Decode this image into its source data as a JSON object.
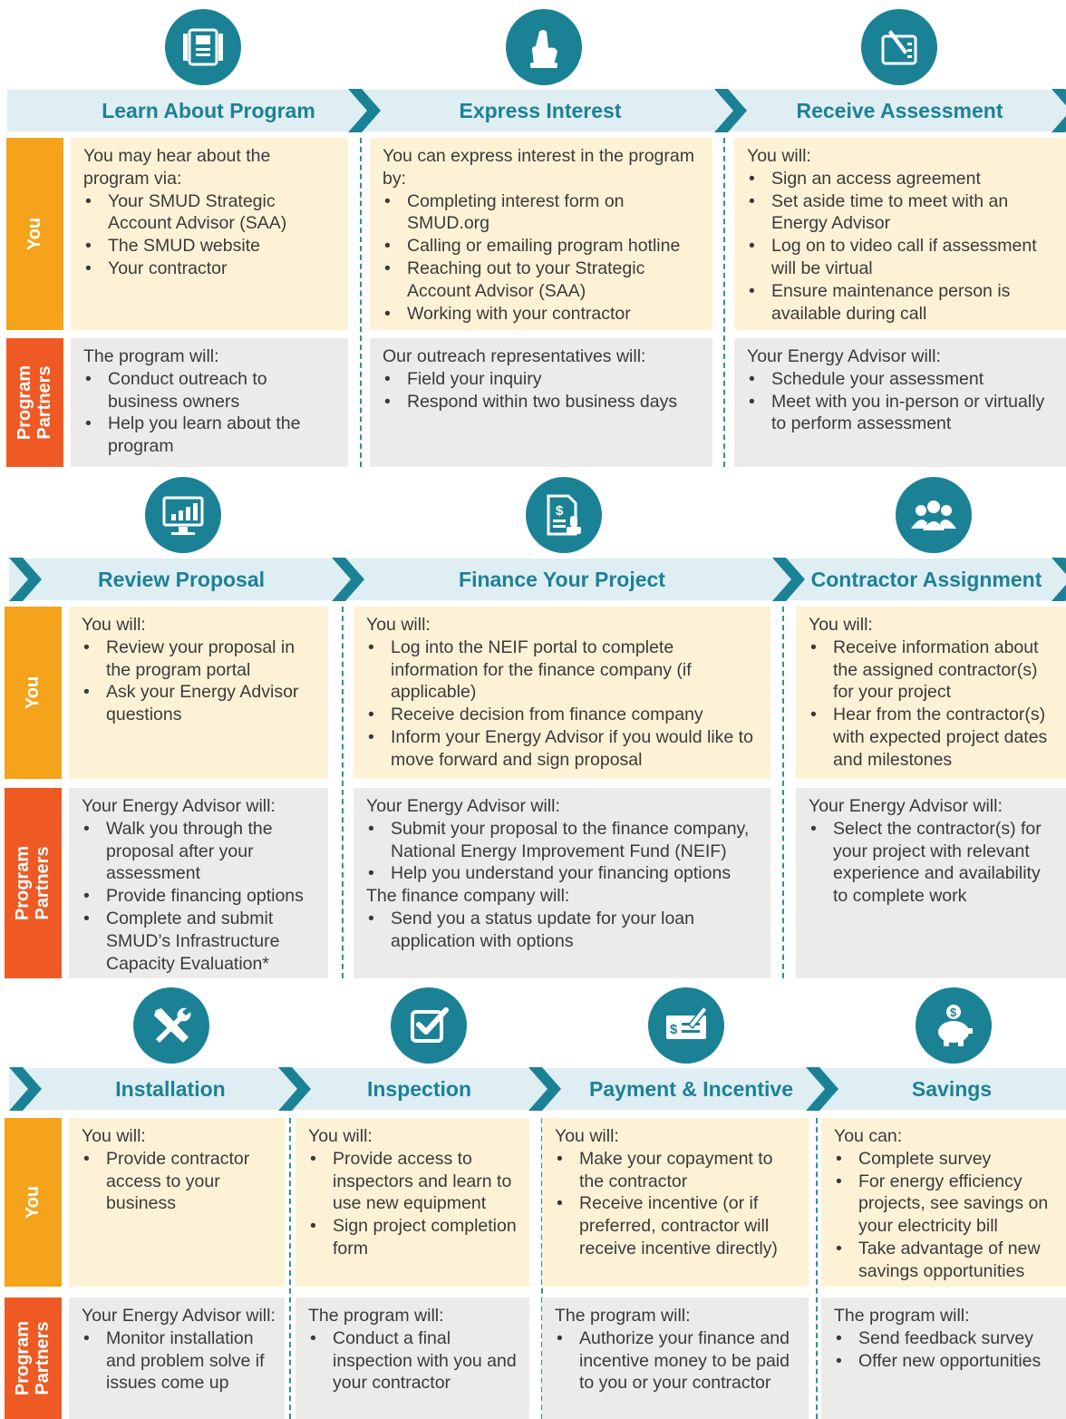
{
  "labels": {
    "you": "You",
    "program_partners": "Program Partners"
  },
  "rows": [
    {
      "steps": [
        {
          "title": "Learn About Program",
          "icon": "brochure-icon",
          "you": {
            "blocks": [
              {
                "intro": "You may hear about the program via:",
                "items": [
                  "Your SMUD Strategic Account Advisor (SAA)",
                  "The SMUD website",
                  "Your contractor"
                ]
              }
            ]
          },
          "partners": {
            "blocks": [
              {
                "intro": "The program will:",
                "items": [
                  "Conduct outreach to business owners",
                  "Help you learn about the program"
                ]
              }
            ]
          }
        },
        {
          "title": "Express Interest",
          "icon": "raised-hand-icon",
          "you": {
            "blocks": [
              {
                "intro": "You can express interest in the program by:",
                "items": [
                  "Completing interest form on SMUD.org",
                  "Calling or emailing program hotline",
                  "Reaching out to your Strategic Account Advisor (SAA)",
                  "Working with your contractor"
                ]
              }
            ]
          },
          "partners": {
            "blocks": [
              {
                "intro": "Our outreach representatives will:",
                "items": [
                  "Field your inquiry",
                  "Respond within two business days"
                ]
              }
            ]
          }
        },
        {
          "title": "Receive Assessment",
          "icon": "tablet-pen-icon",
          "you": {
            "blocks": [
              {
                "intro": "You will:",
                "items": [
                  "Sign an access agreement",
                  "Set aside time to meet with an Energy Advisor",
                  "Log on to video call if assessment will be virtual",
                  "Ensure maintenance person is available during call"
                ]
              }
            ]
          },
          "partners": {
            "blocks": [
              {
                "intro": "Your Energy Advisor will:",
                "items": [
                  "Schedule your assessment",
                  "Meet with you in-person or virtually to perform assessment"
                ]
              }
            ]
          }
        }
      ]
    },
    {
      "steps": [
        {
          "title": "Review Proposal",
          "icon": "monitor-chart-icon",
          "you": {
            "blocks": [
              {
                "intro": "You will:",
                "items": [
                  "Review your proposal in the program portal",
                  "Ask your Energy Advisor questions"
                ]
              }
            ]
          },
          "partners": {
            "blocks": [
              {
                "intro": "Your Energy Advisor will:",
                "items": [
                  "Walk you through the proposal after your assessment",
                  "Provide financing options",
                  "Complete and submit SMUD’s Infrastructure Capacity Evaluation*"
                ]
              }
            ]
          }
        },
        {
          "title": "Finance Your Project",
          "icon": "finance-document-icon",
          "you": {
            "blocks": [
              {
                "intro": "You will:",
                "items": [
                  "Log into the NEIF portal to complete information for the finance company (if applicable)",
                  "Receive decision from finance company",
                  "Inform your Energy Advisor if you would like to move forward and sign proposal"
                ]
              }
            ]
          },
          "partners": {
            "blocks": [
              {
                "intro": "Your Energy Advisor will:",
                "items": [
                  "Submit your proposal to the finance company, National Energy Improvement Fund (NEIF)",
                  "Help you understand your financing options"
                ]
              },
              {
                "intro": "The finance company will:",
                "items": [
                  "Send you a status update for your loan application with options"
                ]
              }
            ]
          }
        },
        {
          "title": "Contractor Assignment",
          "icon": "people-group-icon",
          "you": {
            "blocks": [
              {
                "intro": "You will:",
                "items": [
                  "Receive information about the assigned contractor(s) for your project",
                  "Hear from the contractor(s) with expected project dates and milestones"
                ]
              }
            ]
          },
          "partners": {
            "blocks": [
              {
                "intro": "Your Energy Advisor will:",
                "items": [
                  "Select the contractor(s) for your project with relevant experience and availability to complete work"
                ]
              }
            ]
          }
        }
      ]
    },
    {
      "steps": [
        {
          "title": "Installation",
          "icon": "tools-icon",
          "you": {
            "blocks": [
              {
                "intro": "You will:",
                "items": [
                  "Provide contractor access to your business"
                ]
              }
            ]
          },
          "partners": {
            "blocks": [
              {
                "intro": "Your Energy Advisor will:",
                "items": [
                  "Monitor installation and problem solve if issues come up"
                ]
              }
            ]
          }
        },
        {
          "title": "Inspection",
          "icon": "checkbox-icon",
          "you": {
            "blocks": [
              {
                "intro": "You will:",
                "items": [
                  "Provide access to inspectors and learn to use new equipment",
                  "Sign project completion form"
                ]
              }
            ]
          },
          "partners": {
            "blocks": [
              {
                "intro": "The program will:",
                "items": [
                  "Conduct a final inspection with you and your contractor"
                ]
              }
            ]
          }
        },
        {
          "title": "Payment & Incentive",
          "icon": "check-payment-icon",
          "you": {
            "blocks": [
              {
                "intro": "You will:",
                "items": [
                  "Make your copayment to the contractor",
                  "Receive incentive (or if preferred, contractor will receive incentive directly)"
                ]
              }
            ]
          },
          "partners": {
            "blocks": [
              {
                "intro": "The program will:",
                "items": [
                  "Authorize your finance and incentive money to be paid to you or your contractor"
                ]
              }
            ]
          }
        },
        {
          "title": "Savings",
          "icon": "piggy-bank-icon",
          "you": {
            "blocks": [
              {
                "intro": "You can:",
                "items": [
                  "Complete survey",
                  "For energy efficiency projects, see savings on your electricity bill",
                  "Take advantage of new savings opportunities"
                ]
              }
            ]
          },
          "partners": {
            "blocks": [
              {
                "intro": "The program will:",
                "items": [
                  "Send feedback survey",
                  "Offer new opportunities"
                ]
              }
            ]
          }
        }
      ]
    }
  ]
}
